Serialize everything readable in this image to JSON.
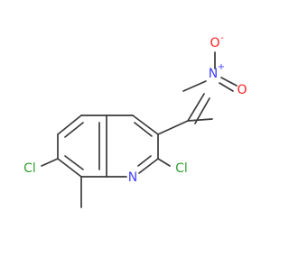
{
  "molecule": {
    "atoms": {
      "n_ring": {
        "label": "N",
        "color": "#4040ff"
      },
      "cl_7": {
        "label": "Cl",
        "color": "#33a033"
      },
      "cl_2": {
        "label": "Cl",
        "color": "#33a033"
      },
      "n_nitro": {
        "label": "N",
        "color": "#4040ff"
      },
      "n_nitro_charge": {
        "label": "+",
        "color": "#4040ff"
      },
      "o_nitro_1": {
        "label": "O",
        "color": "#ff2020"
      },
      "o_nitro_1_charge": {
        "label": "-",
        "color": "#ff2020"
      },
      "o_nitro_2": {
        "label": "O",
        "color": "#ff2020"
      }
    },
    "bond_color": "#3a3a3a"
  }
}
